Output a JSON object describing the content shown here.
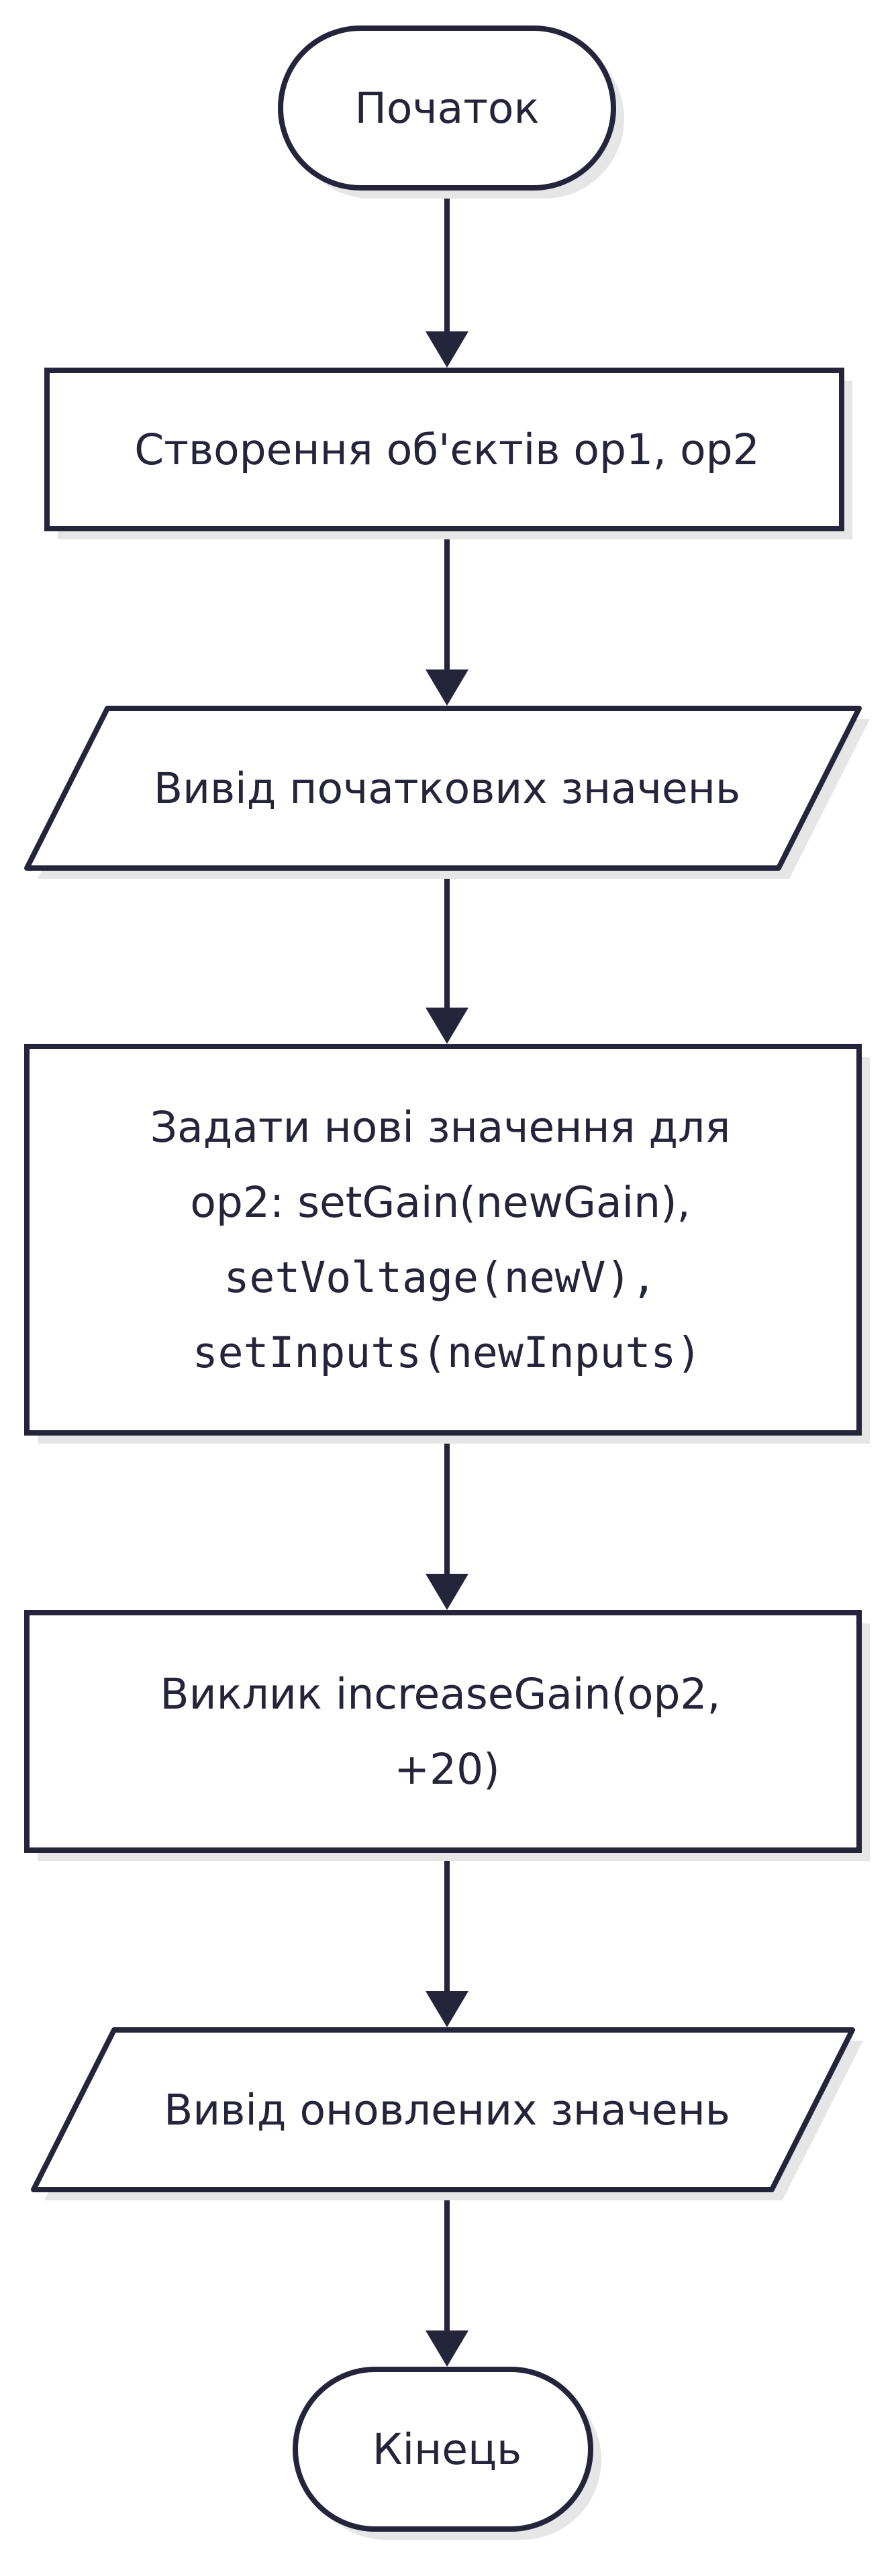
{
  "diagram": {
    "type": "flowchart",
    "colors": {
      "stroke": "#24243a",
      "text": "#24243a",
      "shadow": "#e6e6e6",
      "fill": "#ffffff"
    },
    "nodes": [
      {
        "id": "start",
        "shape": "terminator",
        "lines": [
          "Початок"
        ]
      },
      {
        "id": "create",
        "shape": "process",
        "lines": [
          "Створення об'єктів op1, op2"
        ]
      },
      {
        "id": "output-initial",
        "shape": "io",
        "lines": [
          "Вивід початкових значень"
        ]
      },
      {
        "id": "set-values",
        "shape": "process",
        "lines": [
          "Задати нові значення для",
          "op2: setGain(newGain),",
          "setVoltage(newV),",
          "setInputs(newInputs)"
        ]
      },
      {
        "id": "call-increase",
        "shape": "process",
        "lines": [
          "Виклик increaseGain(op2,",
          "+20)"
        ]
      },
      {
        "id": "output-updated",
        "shape": "io",
        "lines": [
          "Вивід оновлених значень"
        ]
      },
      {
        "id": "end",
        "shape": "terminator",
        "lines": [
          "Кінець"
        ]
      }
    ],
    "edges": [
      {
        "from": "start",
        "to": "create"
      },
      {
        "from": "create",
        "to": "output-initial"
      },
      {
        "from": "output-initial",
        "to": "set-values"
      },
      {
        "from": "set-values",
        "to": "call-increase"
      },
      {
        "from": "call-increase",
        "to": "output-updated"
      },
      {
        "from": "output-updated",
        "to": "end"
      }
    ]
  }
}
